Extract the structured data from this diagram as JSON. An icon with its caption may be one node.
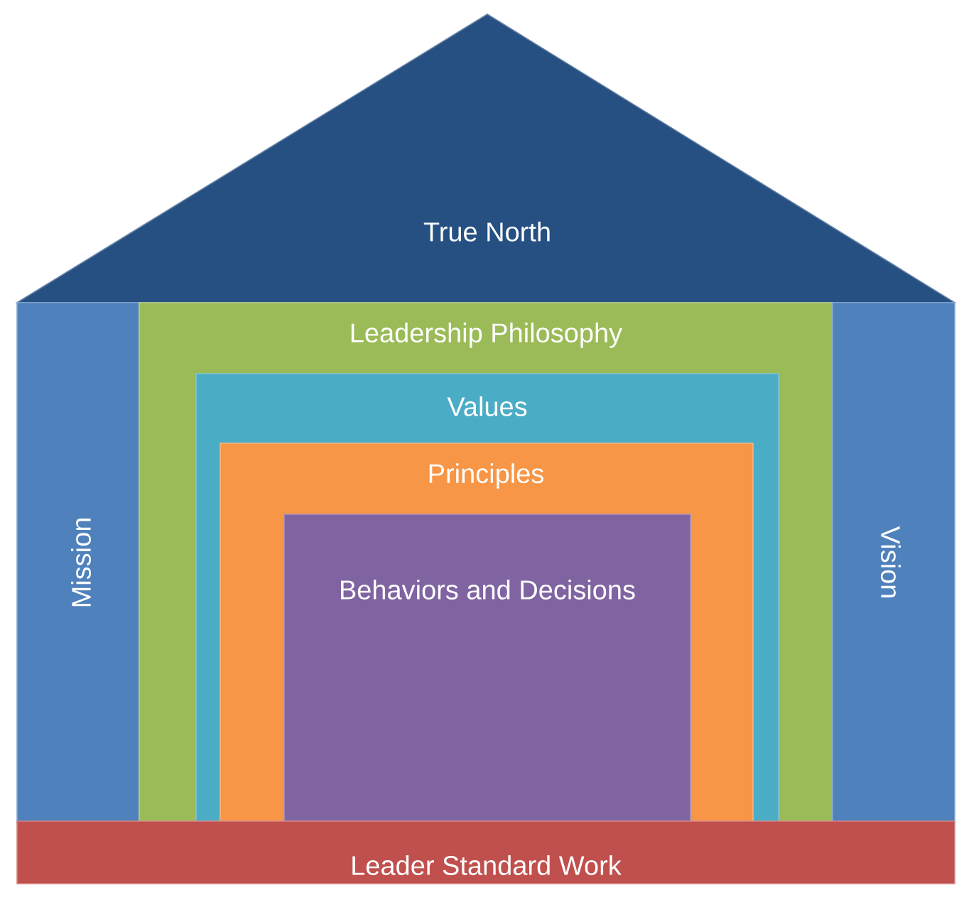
{
  "diagram": {
    "nodes": [
      {
        "text": [
          "True North"
        ]
      },
      {
        "text": [
          "Mission"
        ]
      },
      {
        "text": [
          "Leadership Philosophy"
        ]
      },
      {
        "text": [
          "Values"
        ],
        "in": 2
      },
      {
        "text": [
          "Principles"
        ],
        "in": 3
      },
      {
        "text": [
          "Behaviors and Decisions"
        ],
        "in": 4
      },
      {
        "text": [
          "Vision"
        ]
      },
      {
        "text": [
          "Leader Standard Work"
        ]
      }
    ]
  }
}
